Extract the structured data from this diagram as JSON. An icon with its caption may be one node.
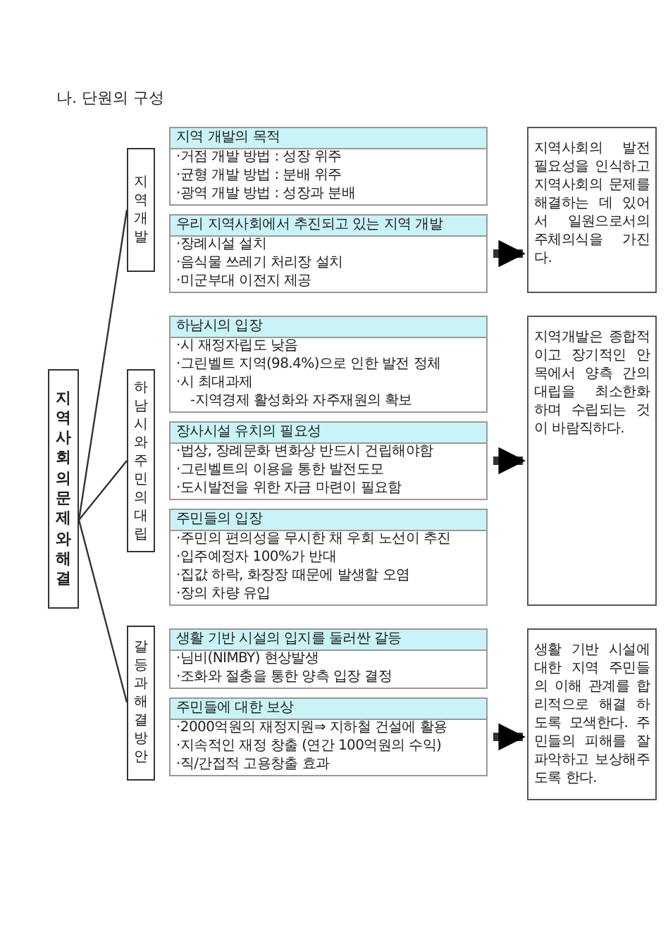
{
  "diagram": {
    "title": "나. 단원의 구성",
    "nodes": [
      {
        "text": [
          "지역사회의문제와해결"
        ]
      },
      {
        "text": [
          "지역개발"
        ]
      },
      {
        "text": [
          "하남시와주민의대립"
        ]
      },
      {
        "text": [
          "갈등과해결방안"
        ]
      },
      {
        "text": [
          "지역 개발의 목적",
          "·거점 개발 방법 : 성장 위주",
          "·균형 개발 방법 : 분배 위주",
          "·광역 개발 방법 : 성장과 분배"
        ]
      },
      {
        "text": [
          "우리 지역사회에서 추진되고 있는 지역 개발",
          "·장례시설 설치",
          "·음식물 쓰레기 처리장 설치",
          "·미군부대 이전지 제공"
        ]
      },
      {
        "text": [
          "하남시의 입장",
          "·시 재정자립도 낮음",
          "·그린벨트 지역(98.4%)으로 인한 발전 정체",
          "·시 최대과제",
          "-지역경제 활성화와 자주재원의 확보"
        ]
      },
      {
        "text": [
          "장사시설 유치의 필요성",
          "·법상, 장례문화 변화상 반드시 건립해야함",
          "·그린벨트의 이용을 통한 발전도모",
          "·도시발전을 위한 자금 마련이 필요함"
        ]
      },
      {
        "text": [
          "주민들의 입장",
          "·주민의 편의성을 무시한 채 우회 노선이 추진",
          "·입주예정자 100%가 반대",
          "·집값 하락, 화장장 때문에 발생할 오염",
          "·장의 차량 유입"
        ]
      },
      {
        "text": [
          "생활 기반 시설의 입지를 둘러싼 갈등",
          "·님비(NIMBY) 현상발생",
          "·조화와 절충을 통한 양측 입장 결정"
        ]
      },
      {
        "text": [
          "주민들에 대한 보상",
          "·2000억원의 재정지원⇒ 지하철 건설에 활용",
          "·지속적인 재정 창출 (연간 100억원의 수익)",
          "·직/간접적 고용창출 효과"
        ]
      },
      {
        "text": [
          "지역사회의 발전 필요성을 인식하고 지역사회의 문제를 해결하는 데 있어서 일원으로서의 주체의식을 가진다."
        ]
      },
      {
        "text": [
          "지역개발은 종합적이고 장기적인 안목에서 양측 간의 대립을 최소한화 하며 수립되는 것이 바람직하다."
        ]
      },
      {
        "text": [
          "생활 기반 시설에 대한 지역 주민들의 이해 관계를 합리적으로 해결 하도록 모색한다. 주민들의 피해를 잘 파악하고 보상해주도록 한다."
        ]
      }
    ],
    "edges": [
      {
        "from": 0,
        "to": 1,
        "arrow": "none"
      },
      {
        "from": 0,
        "to": 2,
        "arrow": "none"
      },
      {
        "from": 0,
        "to": 3,
        "arrow": "none"
      },
      {
        "from": 5,
        "to": 11,
        "arrow": "to",
        "style": "thick"
      },
      {
        "from": 7,
        "to": 12,
        "arrow": "to",
        "style": "thick"
      },
      {
        "from": 10,
        "to": 13,
        "arrow": "to",
        "style": "thick"
      }
    ]
  }
}
